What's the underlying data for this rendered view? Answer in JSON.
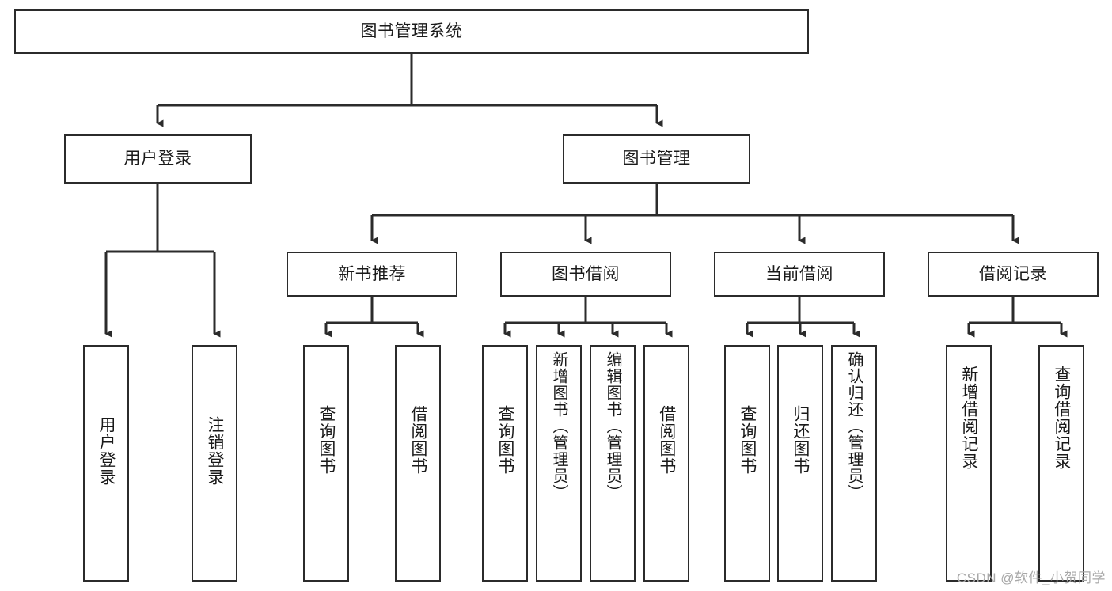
{
  "diagram": {
    "title": "图书管理系统",
    "type": "tree-hierarchy-diagram",
    "colors": {
      "stroke": "#2b2b2b",
      "fill": "#ffffff",
      "text": "#1a1a1a",
      "watermark": "#a8a8a8"
    },
    "root": {
      "label": "图书管理系统"
    },
    "level2": [
      {
        "label": "用户登录"
      },
      {
        "label": "图书管理"
      }
    ],
    "level3": [
      {
        "label": "新书推荐"
      },
      {
        "label": "图书借阅"
      },
      {
        "label": "当前借阅"
      },
      {
        "label": "借阅记录"
      }
    ],
    "leaves": {
      "user_login": [
        {
          "label": "用户登录"
        },
        {
          "label": "注销登录"
        }
      ],
      "new_book_recommend": [
        {
          "label": "查询图书"
        },
        {
          "label": "借阅图书"
        }
      ],
      "book_borrow": [
        {
          "label": "查询图书"
        },
        {
          "label": "新增图书（管理员）"
        },
        {
          "label": "编辑图书（管理员）"
        },
        {
          "label": "借阅图书"
        }
      ],
      "current_borrow": [
        {
          "label": "查询图书"
        },
        {
          "label": "归还图书"
        },
        {
          "label": "确认归还（管理员）"
        }
      ],
      "borrow_record": [
        {
          "label": "新增借阅记录"
        },
        {
          "label": "查询借阅记录"
        }
      ]
    },
    "watermark": "CSDN @软件_小贺同学"
  }
}
